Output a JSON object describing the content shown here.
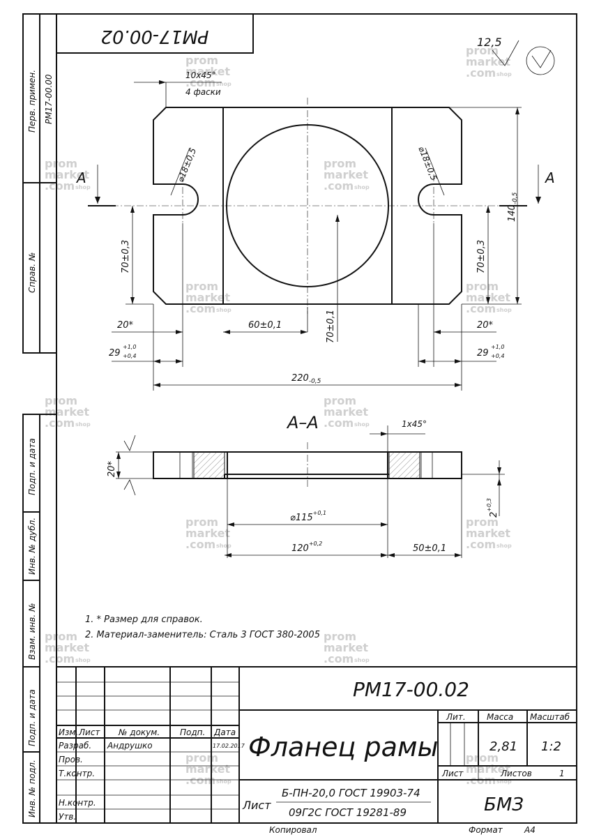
{
  "doc_code_rotated": "PM17-00.02",
  "roughness": "12,5",
  "chamfer_note": {
    "size": "10х45°",
    "count": "4 фаски"
  },
  "section_label": "А",
  "section_title": "А–А",
  "dims": {
    "hole_left": "⌀18±0,5",
    "hole_right": "⌀18±0,5",
    "height_left": "70±0,3",
    "height_right": "70±0,3",
    "height_overall": "140",
    "height_overall_tol": "-0,5",
    "offset_left": "20*",
    "offset_right": "20*",
    "center_x": "60±0,1",
    "center_y": "70±0,1",
    "slot_left": "29",
    "slot_right": "29",
    "slot_tol_up": "+1,0",
    "slot_tol_dn": "+0,4",
    "width": "220",
    "width_tol": "-0,5",
    "thickness": "20*",
    "chamfer_small": "1х45°",
    "bore": "⌀115",
    "bore_tol": "+0,1",
    "recess": "120",
    "recess_tol": "+0,2",
    "step": "2",
    "step_tol": "+0,3",
    "right_offset": "50±0,1"
  },
  "notes": [
    "1.  * Размер для справок.",
    "2.  Материал-заменитель: Сталь 3 ГОСТ 380-2005"
  ],
  "side_labels": {
    "perv_primen": "Перв. примен.",
    "perv_code": "PM17-00.00",
    "sprav": "Справ. №",
    "podp_data_1": "Подп. и дата",
    "inv_dubl": "Инв. № дубл.",
    "vzam_inv": "Взам. инв. №",
    "podp_data_2": "Подп. и дата",
    "inv_podl": "Инв. № подл."
  },
  "title_block": {
    "designation": "PM17-00.02",
    "name": "Фланец рамы",
    "col_headers": [
      "Изм.",
      "Лист",
      "№ докум.",
      "Подп.",
      "Дата"
    ],
    "roles": [
      "Разраб.",
      "Пров.",
      "Т.контр.",
      "Н.контр.",
      "Утв."
    ],
    "developer": "Андрушко",
    "date": "17.02.2017",
    "lit_label": "Лит.",
    "mass_label": "Масса",
    "scale_label": "Масштаб",
    "mass": "2,81",
    "scale": "1:2",
    "sheet_label": "Лист",
    "sheets_label": "Листов",
    "sheets_count": "1",
    "material_label": "Лист",
    "material_top": "Б-ПН-20,0 ГОСТ 19903-74",
    "material_bottom": "09Г2С ГОСТ 19281-89",
    "org": "БМЗ"
  },
  "footer": {
    "copied": "Копировал",
    "format_label": "Формат",
    "format": "А4"
  },
  "watermark": {
    "line1": "prom",
    "line2": "market",
    "line3": ".com",
    "suffix": "shop"
  }
}
